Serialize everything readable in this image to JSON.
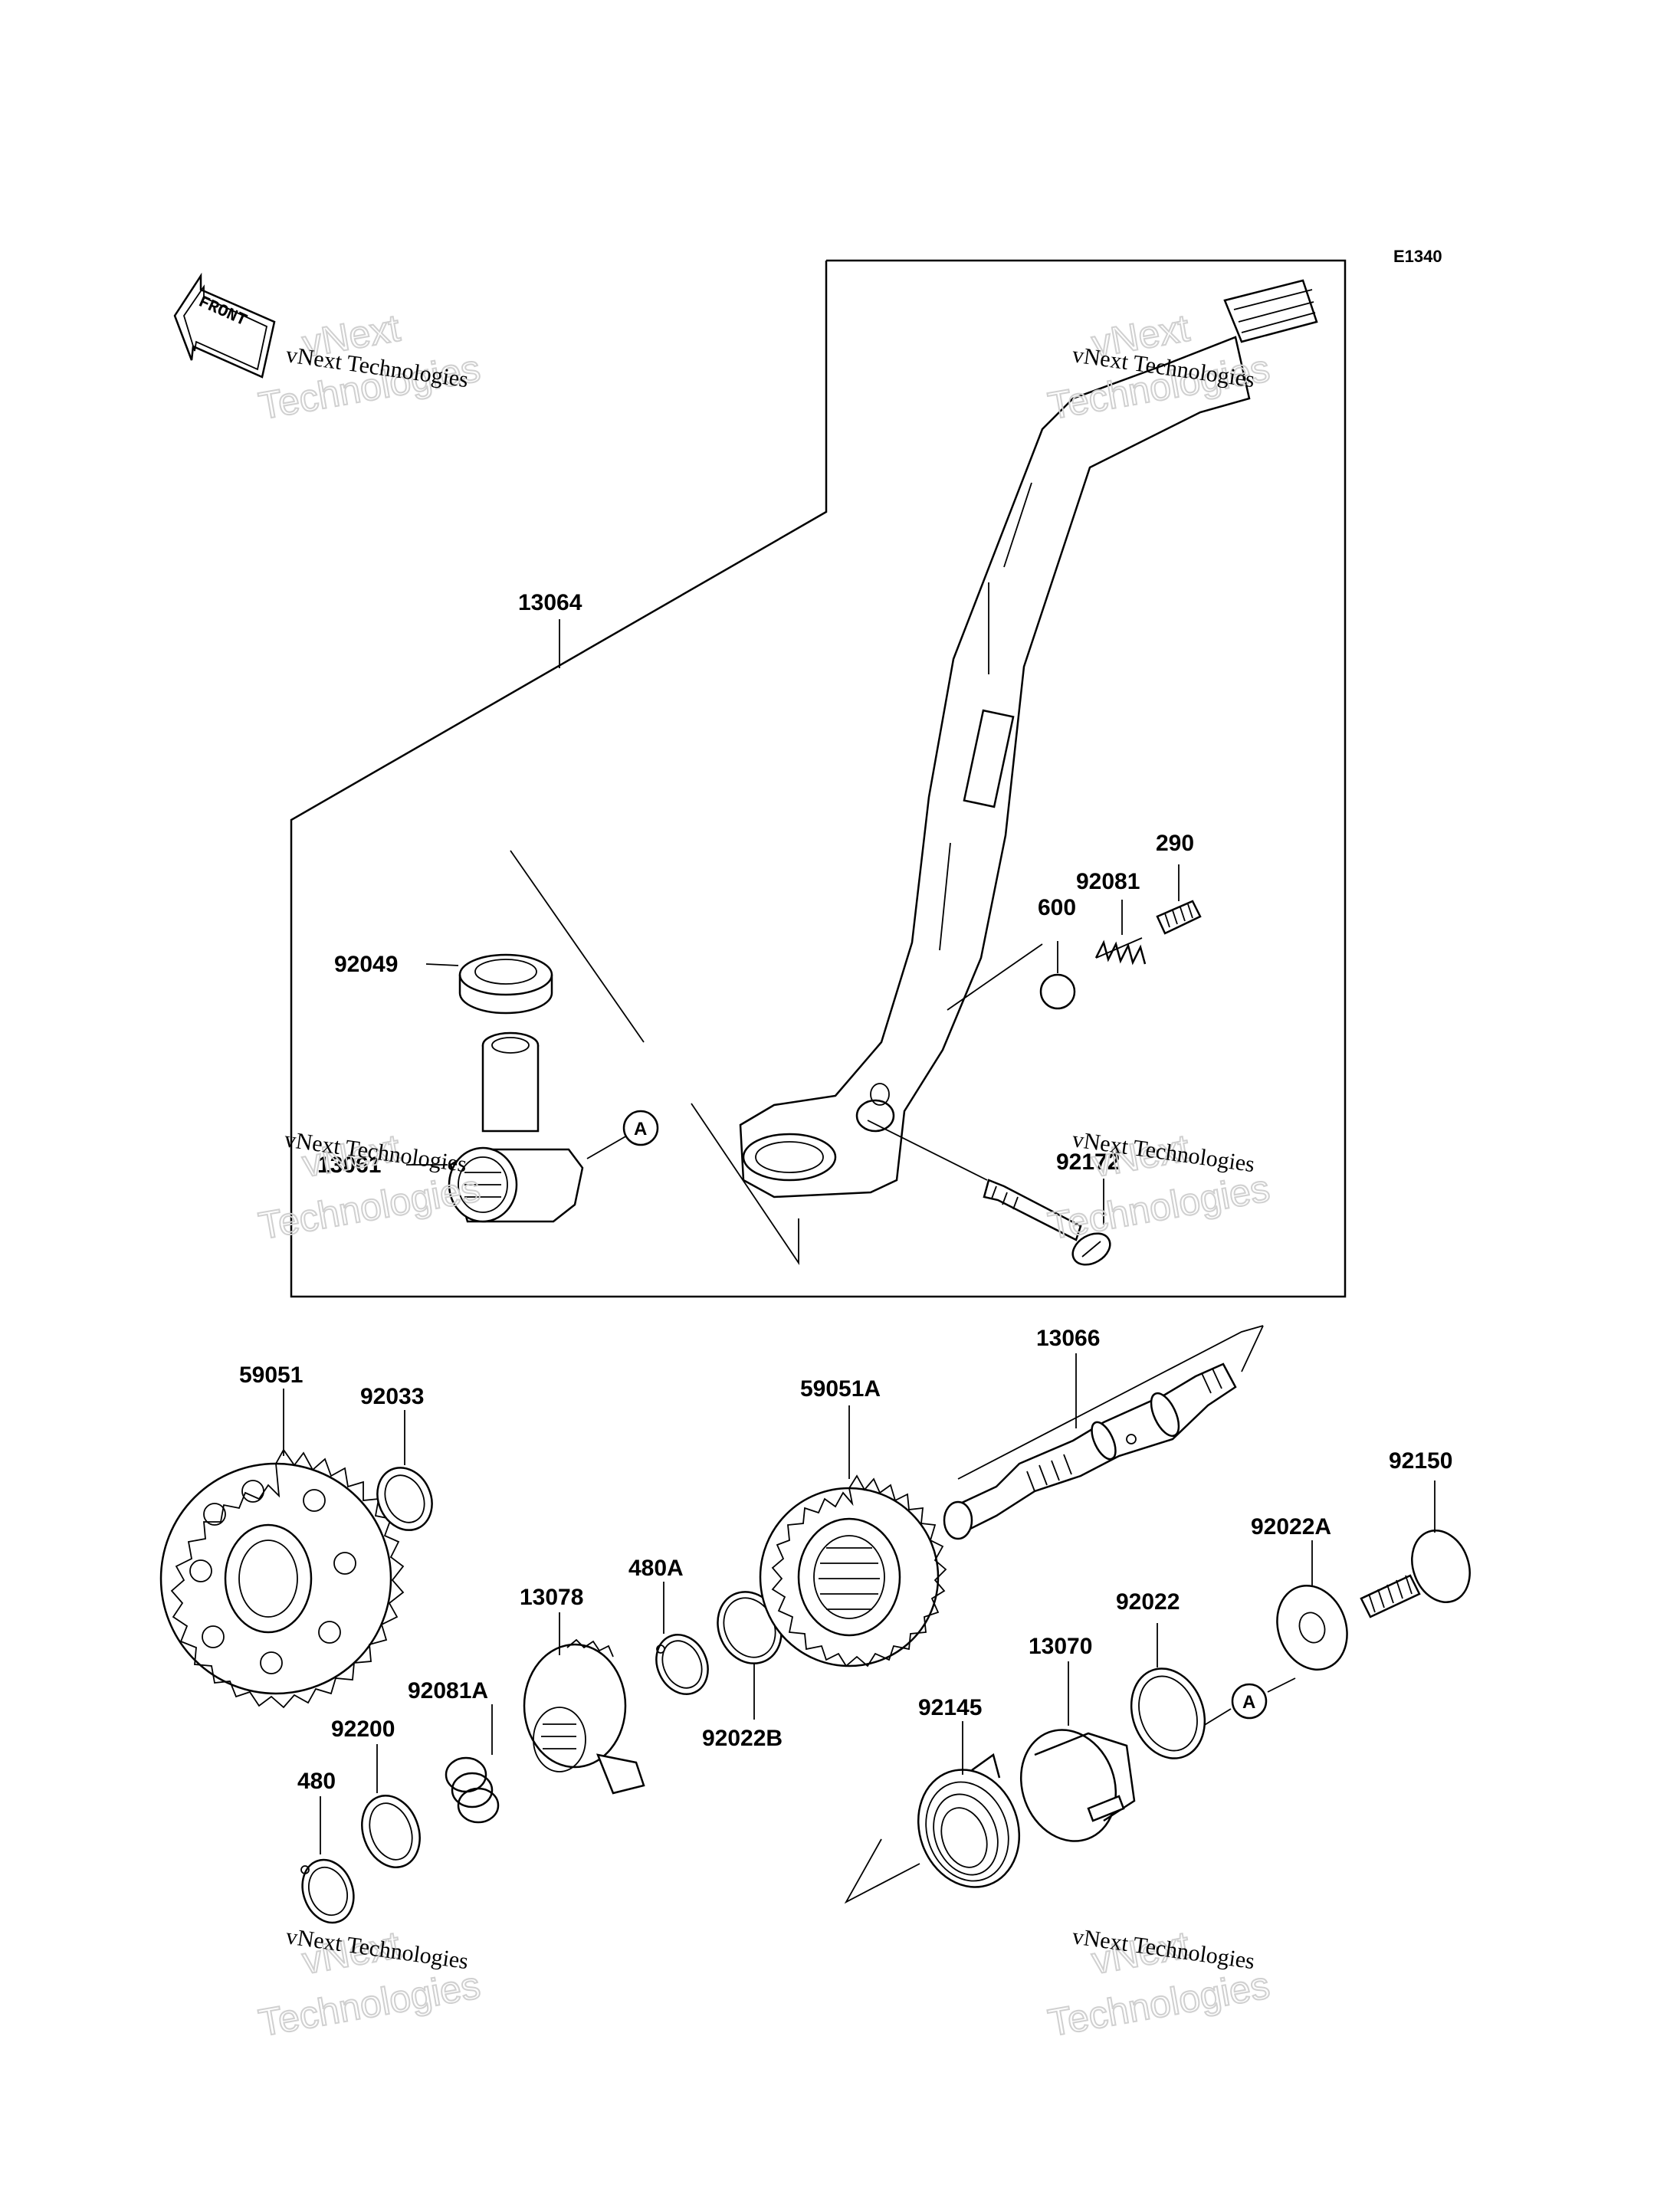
{
  "diagram": {
    "code": "E1340",
    "front_label": "FRONT",
    "callout_letter": "A",
    "watermark": {
      "line1": "vNext Technologies",
      "line2": "vNext",
      "line3": "Technologies"
    },
    "parts": {
      "p13064": "13064",
      "p92049": "92049",
      "p13061": "13061",
      "p290": "290",
      "p92081": "92081",
      "p600": "600",
      "p92172": "92172",
      "p13066": "13066",
      "p59051": "59051",
      "p92033": "92033",
      "p59051A": "59051A",
      "p92150": "92150",
      "p92022A": "92022A",
      "p13078": "13078",
      "p480A": "480A",
      "p92022": "92022",
      "p13070": "13070",
      "p92081A": "92081A",
      "p92200": "92200",
      "p92022B": "92022B",
      "p92145": "92145",
      "p480": "480"
    }
  }
}
